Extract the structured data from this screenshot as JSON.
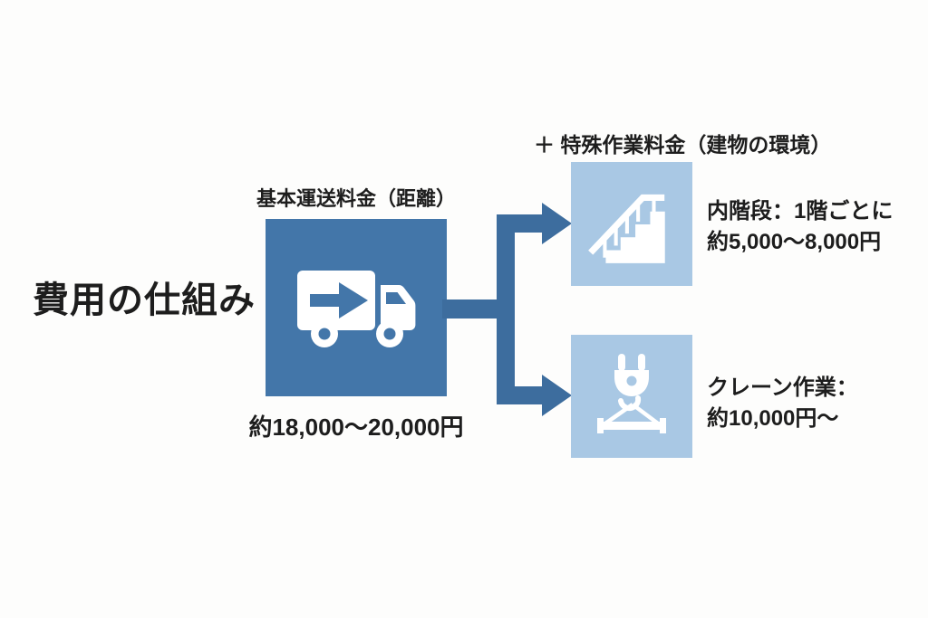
{
  "page": {
    "title": "費用の仕組み"
  },
  "basic_fee": {
    "label": "基本運送料金（距離）",
    "price": "約18,000〜20,000円",
    "icon": "truck-icon"
  },
  "special_fee": {
    "heading": "＋ 特殊作業料金（建物の環境）",
    "items": [
      {
        "icon": "stairs-icon",
        "line1": "内階段：1階ごとに",
        "line2": "約5,000〜8,000円"
      },
      {
        "icon": "crane-hook-icon",
        "line1": "クレーン作業：",
        "line2": "約10,000円〜"
      }
    ]
  },
  "colors": {
    "background": "#fdfdfc",
    "main-box": "#4376a9",
    "item-box": "#a9c8e4",
    "connector": "#3d6d9e",
    "text": "#1d1d1d"
  }
}
